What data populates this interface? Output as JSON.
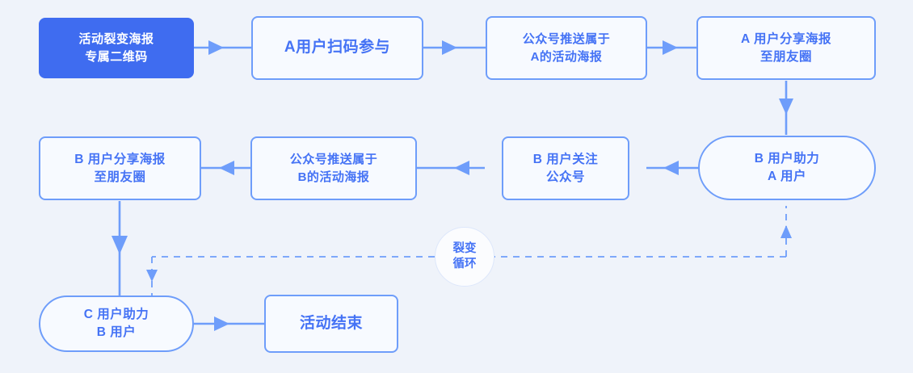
{
  "diagram": {
    "title_hidden": "",
    "background_color": "#eff3fa",
    "accent_color": "#4573f5",
    "node_border_color": "#6e9dfa",
    "node_fill_color": "#f7faff",
    "filled_node_color": "#3f6cf0",
    "connector_color": "#6e9dfa"
  },
  "nodes": {
    "qr": {
      "line1": "活动裂变海报",
      "line2": "专属二维码"
    },
    "a_scan": {
      "line1": "A用户扫码参与"
    },
    "push_a": {
      "line1": "公众号推送属于",
      "line2": "A的活动海报"
    },
    "a_share": {
      "line1": "A 用户分享海报",
      "line2": "至朋友圈"
    },
    "b_help_a": {
      "line1": "B 用户助力",
      "line2": "A 用户"
    },
    "b_follow": {
      "line1": "B 用户关注",
      "line2": "公众号"
    },
    "push_b": {
      "line1": "公众号推送属于",
      "line2": "B的活动海报"
    },
    "b_share": {
      "line1": "B 用户分享海报",
      "line2": "至朋友圈"
    },
    "c_help_b": {
      "line1": "C 用户助力",
      "line2": "B 用户"
    },
    "end": {
      "line1": "活动结束"
    }
  },
  "loop_label": {
    "line1": "裂变",
    "line2": "循环"
  },
  "connectors": [
    {
      "name": "qr-to-a-scan",
      "style": "solid",
      "direction": "right"
    },
    {
      "name": "a-scan-to-push-a",
      "style": "solid",
      "direction": "right"
    },
    {
      "name": "push-a-to-a-share",
      "style": "solid",
      "direction": "right"
    },
    {
      "name": "a-share-to-b-help-a",
      "style": "solid",
      "direction": "down"
    },
    {
      "name": "b-help-a-to-b-follow",
      "style": "solid",
      "direction": "left"
    },
    {
      "name": "b-follow-to-push-b",
      "style": "solid",
      "direction": "left"
    },
    {
      "name": "push-b-to-b-share",
      "style": "solid",
      "direction": "left"
    },
    {
      "name": "b-share-to-c-help-b",
      "style": "solid",
      "direction": "down"
    },
    {
      "name": "c-help-b-to-end",
      "style": "solid",
      "direction": "right"
    },
    {
      "name": "loop-b-help-a-to-c-help-b",
      "style": "dashed",
      "direction": "loop"
    }
  ]
}
